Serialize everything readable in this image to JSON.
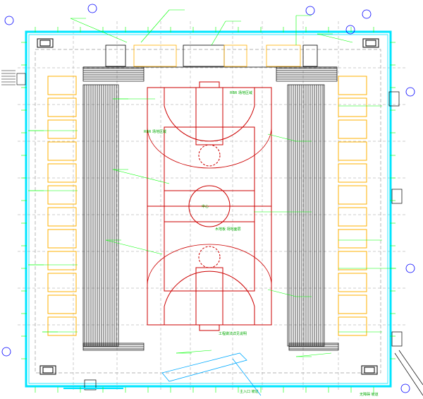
{
  "drawing": {
    "type": "architectural floor plan",
    "subject": "indoor sports hall with basketball court and tiered seating",
    "colors": {
      "background": "#ffffff",
      "outer_wall": "#00e5ff",
      "annotation": "#00ff00",
      "court_lines": "#cc0000",
      "seating": "#000000",
      "rooms": "#ffb000",
      "grid_dashed": "#9a9a9a",
      "axis_bubble": "#0000ff"
    },
    "labels": {
      "court_main": "RBR 场地区域",
      "court_center": "中心",
      "court_note": "木地板 场地面层",
      "court_upper": "RBR 场地区域",
      "entrance_note": "主入口 坡道",
      "bottom_note": "工程做法详见说明",
      "bottom_right_note": "无障碍 坡道"
    }
  }
}
